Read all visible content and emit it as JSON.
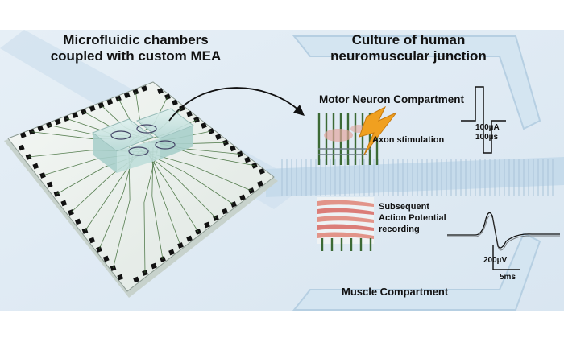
{
  "titles": {
    "left": [
      "Microfluidic chambers",
      "coupled with custom MEA"
    ],
    "right": [
      "Culture of human",
      "neuromuscular junction"
    ]
  },
  "labels": {
    "motor_compartment": "Motor Neuron Compartment",
    "axon_stimulation": "Axon stimulation",
    "stim_amplitude": "100µA",
    "stim_duration": "100µs",
    "subsequent": [
      "Subsequent",
      "Action Potential",
      "recording"
    ],
    "rec_amplitude": "200µV",
    "rec_time": "5ms",
    "muscle_compartment": "Muscle Compartment"
  },
  "colors": {
    "background": "#e3edf5",
    "channel": "#c9dcec",
    "chip_border": "#111111",
    "electrode_trace": "#3c6a35",
    "lightning": "#f0a020",
    "muscle_fiber": "#d8706a"
  }
}
